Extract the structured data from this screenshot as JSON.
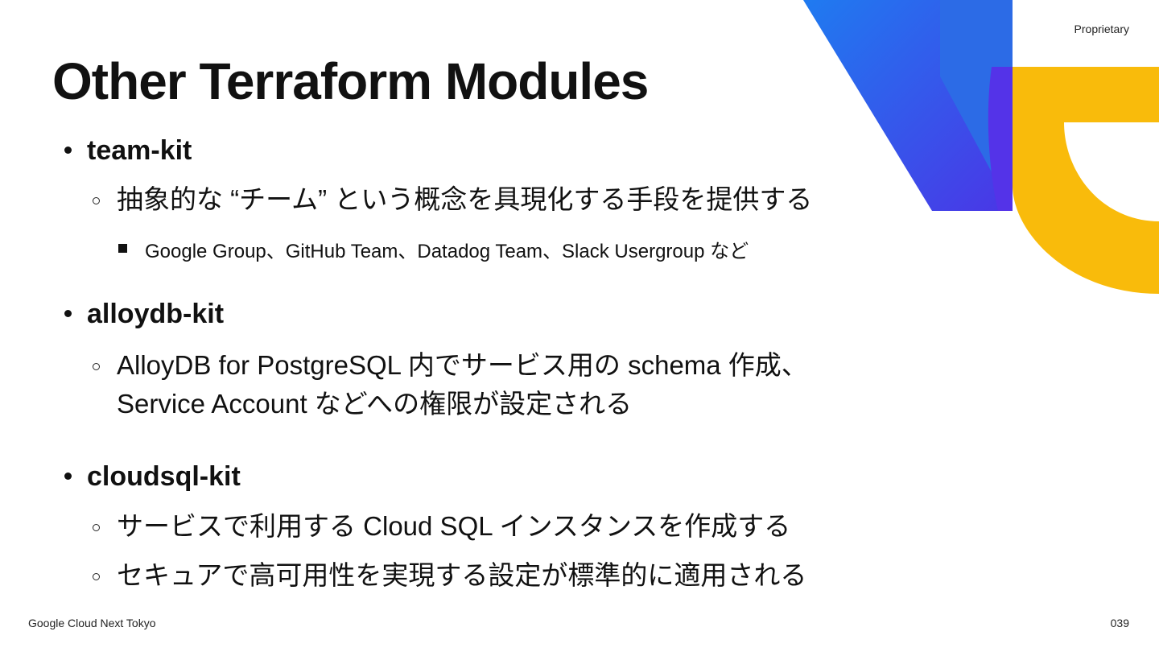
{
  "header": {
    "proprietary": "Proprietary"
  },
  "title": "Other Terraform Modules",
  "sections": [
    {
      "heading": "team-kit",
      "items": [
        {
          "text": "抽象的な “チーム” という概念を具現化する手段を提供する",
          "sub": "Google Group、GitHub Team、Datadog Team、Slack Usergroup など"
        }
      ]
    },
    {
      "heading": "alloydb-kit",
      "items": [
        {
          "line1": "AlloyDB for PostgreSQL 内でサービス用の schema 作成、",
          "line2": "Service Account などへの権限が設定される"
        }
      ]
    },
    {
      "heading": "cloudsql-kit",
      "items": [
        {
          "text": "サービスで利用する Cloud SQL インスタンスを作成する"
        },
        {
          "text": "セキュアで高可用性を実現する設定が標準的に適用される"
        }
      ]
    }
  ],
  "footer": {
    "event": "Google Cloud Next Tokyo",
    "page": "039"
  },
  "colors": {
    "blue": "#2f6de8",
    "indigo": "#5433e8",
    "yellow": "#f9bb0b",
    "text": "#111111"
  }
}
